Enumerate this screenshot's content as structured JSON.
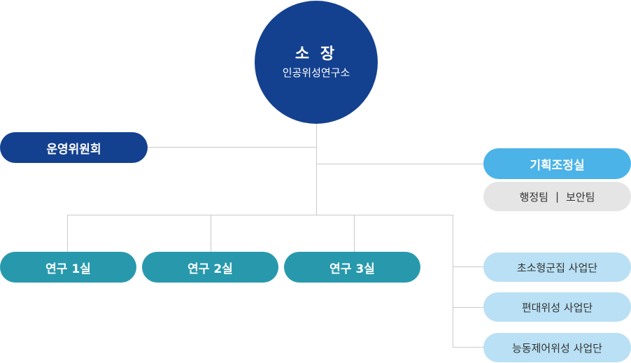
{
  "colors": {
    "navy": "#14418F",
    "teal": "#2899AD",
    "sky": "#4BB3E8",
    "gray_box": "#E5E5E5",
    "light_blue": "#B9E0F4",
    "connector": "#C9C9C9"
  },
  "director": {
    "title": "소 장",
    "subtitle": "인공위성연구소"
  },
  "steering": {
    "label": "운영위원회"
  },
  "planning": {
    "label": "기획조정실"
  },
  "admin": {
    "team1": "행정팀",
    "separator": "|",
    "team2": "보안팀"
  },
  "labs": [
    {
      "label": "연구 1실"
    },
    {
      "label": "연구 2실"
    },
    {
      "label": "연구 3실"
    }
  ],
  "projects": [
    {
      "label": "초소형군집 사업단"
    },
    {
      "label": "편대위성 사업단"
    },
    {
      "label": "능동제어위성 사업단"
    }
  ]
}
